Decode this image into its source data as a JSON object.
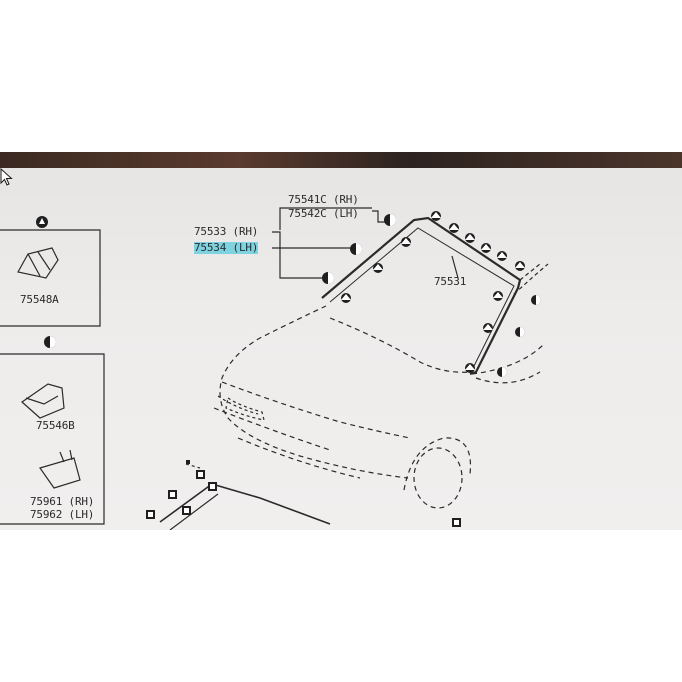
{
  "parts": {
    "clip_left_top": "75548A",
    "clip_left_mid": "75546B",
    "molding_a_rh": "75961 (RH)",
    "molding_a_lh": "75962 (LH)",
    "pillar_rh": "75533 (RH)",
    "pillar_lh": "75534 (LH)",
    "upper_rh": "75541C (RH)",
    "upper_lh": "75542C (LH)",
    "windshield_molding": "75531"
  },
  "colors": {
    "highlight": "#7fd3e0",
    "line": "#2b2b2b"
  },
  "icons": {
    "pointer": "mouse-pointer-icon"
  }
}
